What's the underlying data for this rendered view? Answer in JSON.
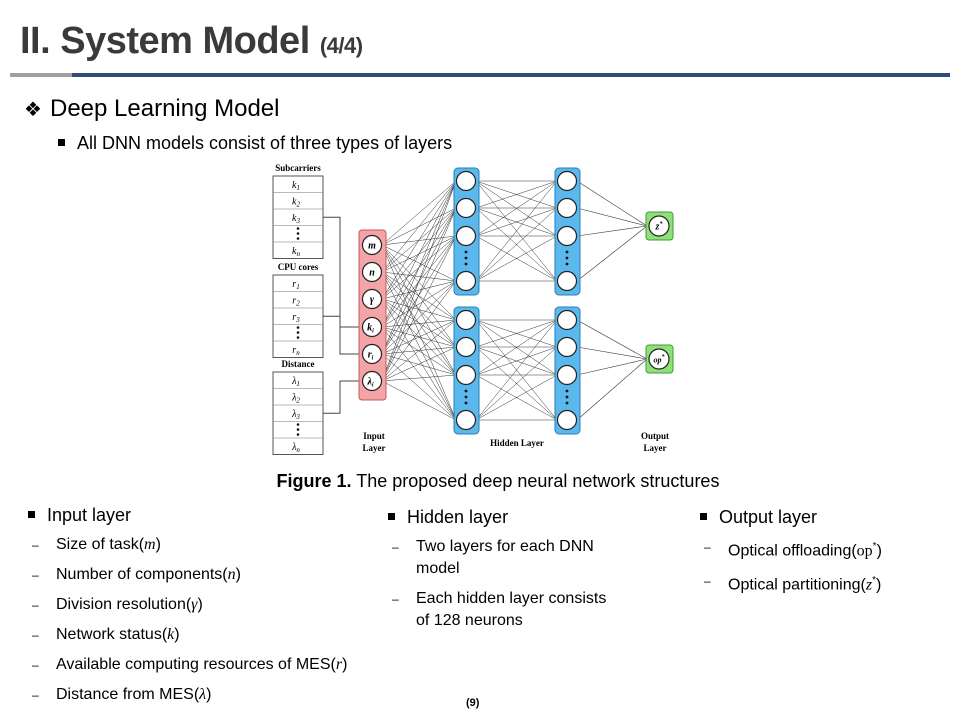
{
  "title": "II. System Model",
  "title_suffix": "(4/4)",
  "section_heading": "Deep Learning Model",
  "bullet_main": "All DNN models consist of three types of layers",
  "caption_label": "Figure 1.",
  "caption_text": " The proposed deep neural network structures",
  "diagram": {
    "groups": [
      {
        "title": "Subcarriers",
        "items": [
          "k",
          "k",
          "k",
          "k"
        ],
        "subs": [
          "1",
          "2",
          "3",
          "n"
        ]
      },
      {
        "title": "CPU cores",
        "items": [
          "r",
          "r",
          "r",
          "r"
        ],
        "subs": [
          "1",
          "2",
          "3",
          "n"
        ]
      },
      {
        "title": "Distance",
        "items": [
          "λ",
          "λ",
          "λ",
          "λ"
        ],
        "subs": [
          "1",
          "2",
          "3",
          "n"
        ]
      }
    ],
    "input_nodes": [
      "m",
      "n",
      "γ",
      "k",
      "r",
      "λ"
    ],
    "input_node_subs": [
      "",
      "",
      "",
      "i",
      "i",
      "i"
    ],
    "output_nodes": [
      "z",
      "op"
    ],
    "output_node_sup": "*",
    "labels": {
      "input_line1": "Input",
      "input_line2": "Layer",
      "hidden": "Hidden Layer",
      "output_line1": "Output",
      "output_line2": "Layer"
    },
    "colors": {
      "input_fill": "#f4a3a6",
      "hidden_fill": "#5bb8ec",
      "output_fill": "#8fe07a",
      "stroke": "#333333"
    }
  },
  "columns": [
    {
      "heading": "Input layer",
      "items": [
        {
          "text": "Size of task(",
          "sym": "m",
          "end": ")"
        },
        {
          "text": "Number of components(",
          "sym": "n",
          "end": ")"
        },
        {
          "text": "Division resolution(",
          "sym": "γ",
          "end": ")"
        },
        {
          "text": "Network status(",
          "sym": "k",
          "end": ")"
        },
        {
          "text": "Available computing resources of MES(",
          "sym": "r",
          "end": ")"
        },
        {
          "text": "Distance from MES(",
          "sym": "λ",
          "end": ")"
        }
      ]
    },
    {
      "heading": "Hidden layer",
      "items": [
        {
          "text": "Two layers for each DNN model"
        },
        {
          "text": "Each hidden layer consists of 128 neurons"
        }
      ]
    },
    {
      "heading": "Output layer",
      "items": [
        {
          "text": "Optical offloading(",
          "sym": "op",
          "sup": "*",
          "end": ")"
        },
        {
          "text": "Optical partitioning(",
          "sym": "z",
          "sup": "*",
          "end": ")"
        }
      ]
    }
  ],
  "page_number": "(9)"
}
